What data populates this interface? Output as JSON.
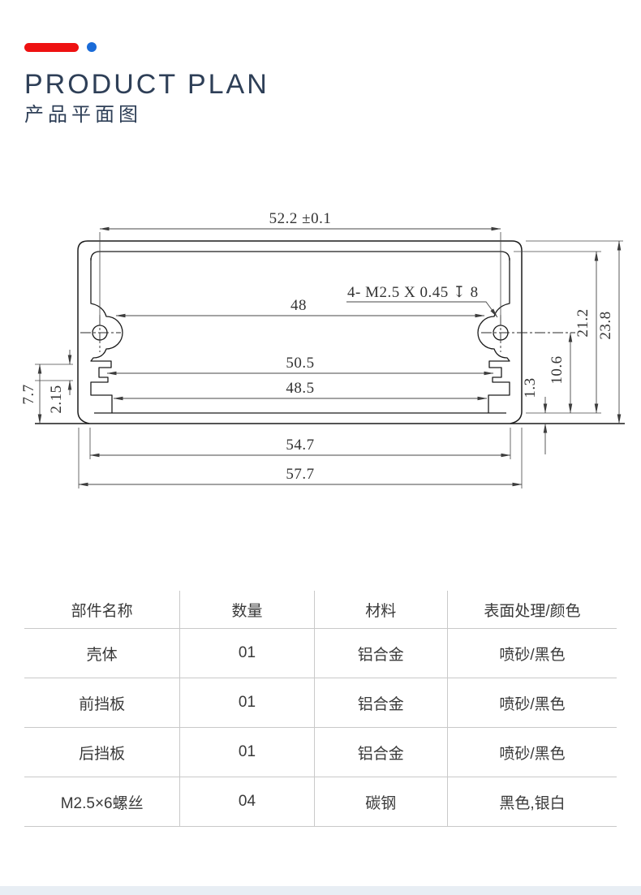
{
  "header": {
    "title": "PRODUCT PLAN",
    "subtitle": "产品平面图"
  },
  "accents": {
    "red": "#ee1111",
    "blue": "#1a6bd8",
    "navy": "#2e3f57",
    "table_line_gray": "#c9c9c9",
    "footer_bar": "#e8eef4"
  },
  "drawing": {
    "dimensions": {
      "boss_span": "52.2 ±0.1",
      "screw_note": "4- M2.5 X 0.45 ↧ 8",
      "inner_width": "48",
      "groove_width": "50.5",
      "lower_width": "48.5",
      "base_width": "54.7",
      "overall_width": "57.7",
      "side_height": "7.7",
      "groove_height": "2.15",
      "wall_thickness": "1.3",
      "boss_center_height": "10.6",
      "inner_height": "21.2",
      "overall_height": "23.8"
    }
  },
  "table": {
    "headers": [
      "部件名称",
      "数量",
      "材料",
      "表面处理/颜色"
    ],
    "rows": [
      [
        "壳体",
        "01",
        "铝合金",
        "喷砂/黑色"
      ],
      [
        "前挡板",
        "01",
        "铝合金",
        "喷砂/黑色"
      ],
      [
        "后挡板",
        "01",
        "铝合金",
        "喷砂/黑色"
      ],
      [
        "M2.5×6螺丝",
        "04",
        "碳钢",
        "黑色,银白"
      ]
    ]
  }
}
